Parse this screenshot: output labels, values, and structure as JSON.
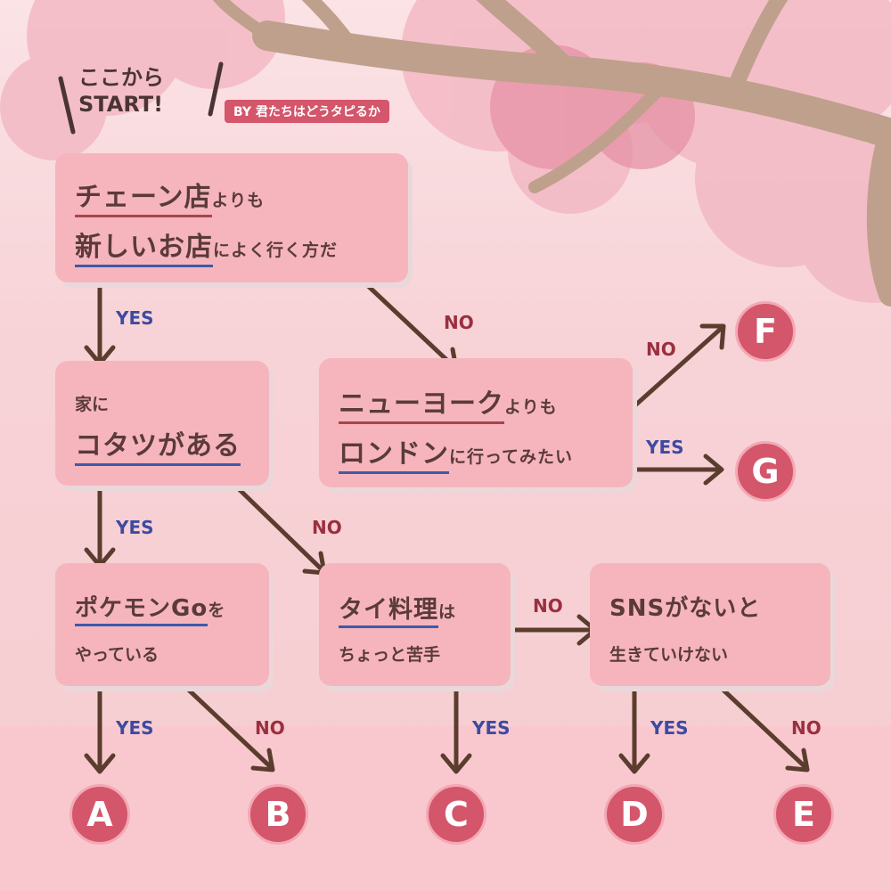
{
  "header": {
    "start_line1": "ここから",
    "start_line2": "START!",
    "byline": "BY 君たちはどうタピるか"
  },
  "nodes": {
    "q1": {
      "line1_a": "チェーン店",
      "line1_b": "よりも",
      "line2_a": "新しいお店",
      "line2_b": "によく行く方だ"
    },
    "q2": {
      "line1": "家に",
      "line2": "コタツがある"
    },
    "q3": {
      "line1_a": "ニューヨーク",
      "line1_b": "よりも",
      "line2_a": "ロンドン",
      "line2_b": "に行ってみたい"
    },
    "q4": {
      "line1_a": "ポケモンGo",
      "line1_b": "を",
      "line2": "やっている"
    },
    "q5": {
      "line1_a": "タイ料理",
      "line1_b": "は",
      "line2": "ちょっと苦手"
    },
    "q6": {
      "line1": "SNSがないと",
      "line2": "生きていけない"
    }
  },
  "edge_labels": {
    "q1_yes": "YES",
    "q1_no": "NO",
    "q2_yes": "YES",
    "q2_no": "NO",
    "q3_no": "NO",
    "q3_yes": "YES",
    "q4_yes": "YES",
    "q4_no": "NO",
    "q5_no": "NO",
    "q5_yes": "YES",
    "q6_yes": "YES",
    "q6_no": "NO"
  },
  "results": {
    "a": "A",
    "b": "B",
    "c": "C",
    "d": "D",
    "e": "E",
    "f": "F",
    "g": "G"
  },
  "colors": {
    "node": "#f6b5bd",
    "result": "#d4566b",
    "yes": "#3e4aa0",
    "no": "#9a2f40",
    "arrow": "#5b3d2e",
    "branch": "#bfa08c"
  }
}
